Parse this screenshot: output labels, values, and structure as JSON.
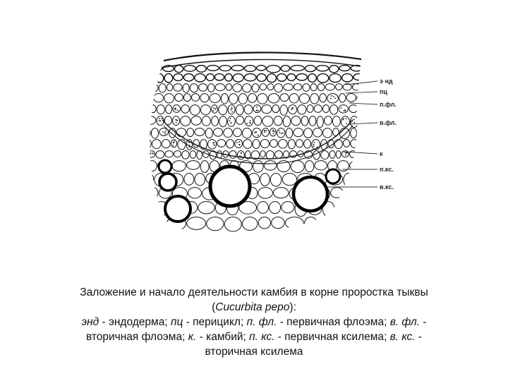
{
  "figure": {
    "labels": {
      "endodermis": "э нд",
      "pericycle": "пц",
      "primary_phloem": "п.фл.",
      "secondary_phloem": "в.фл.",
      "cambium": "к",
      "primary_xylem": "п.кс.",
      "secondary_xylem": "в.кс."
    }
  },
  "caption": {
    "line1": "Заложение и начало деятельности камбия в корне проростка тыквы",
    "line2_open": "(",
    "line2_species": "Cucurbita pepo",
    "line2_close": "):",
    "seg_end_abbr": "энд",
    "seg_end_def": " - эндодерма; ",
    "seg_pc_abbr": "пц",
    "seg_pc_def": " - перицикл; ",
    "seg_pfl_abbr": "п. фл.",
    "seg_pfl_def": " - первичная флоэма; ",
    "seg_vfl_abbr": "в. фл.",
    "seg_vfl_def": " -",
    "seg_vfl_def2": "вторичная флоэма; ",
    "seg_k_abbr": "к.",
    "seg_k_def": " - камбий; ",
    "seg_pks_abbr": "п. кс.",
    "seg_pks_def": " - первичная ксилема; ",
    "seg_vks_abbr": "в. кс.",
    "seg_vks_def": " -",
    "seg_vks_def2": "вторичная ксилема"
  }
}
